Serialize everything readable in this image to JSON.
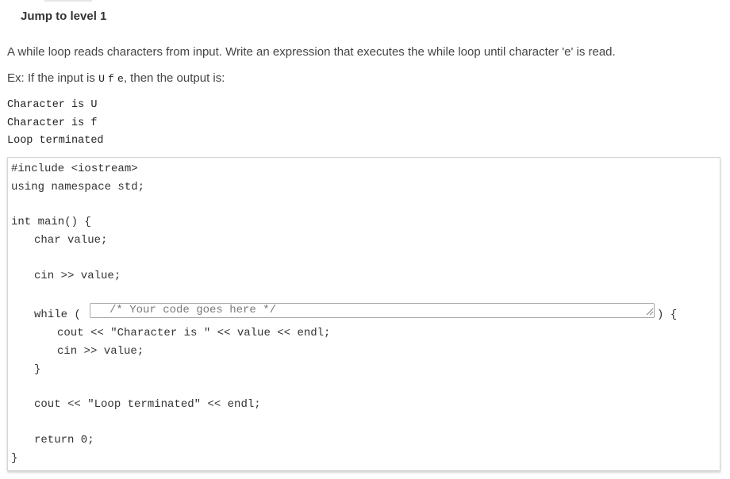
{
  "header": {
    "title": "Jump to level 1"
  },
  "instructions": {
    "prompt": "A while loop reads characters from input. Write an expression that executes the while loop until character 'e' is read.",
    "example_prefix": "Ex: If the input is ",
    "example_input_tokens": [
      "U",
      "f",
      "e"
    ],
    "example_suffix": ", then the output is:"
  },
  "expected_output": [
    "Character is U",
    "Character is f",
    "Loop terminated"
  ],
  "code": {
    "line_include": "#include <iostream>",
    "line_using": "using namespace std;",
    "line_main": "int main() {",
    "line_decl": "char value;",
    "line_read": "cin >> value;",
    "line_while": "while (",
    "line_while_end": ") {",
    "line_cout_char": "cout << \"Character is \" << value << endl;",
    "line_read_again": "cin >> value;",
    "line_close_inner": "}",
    "line_cout_done": "cout << \"Loop terminated\" << endl;",
    "line_return": "return 0;",
    "line_close_main": "}",
    "input_value": "",
    "input_placeholder": "/* Your code goes here */"
  },
  "icons": {
    "resize": "resize-grip-icon"
  },
  "colors": {
    "text": "#333333",
    "border": "#d4d4d4",
    "placeholder": "#7a7a7a"
  }
}
